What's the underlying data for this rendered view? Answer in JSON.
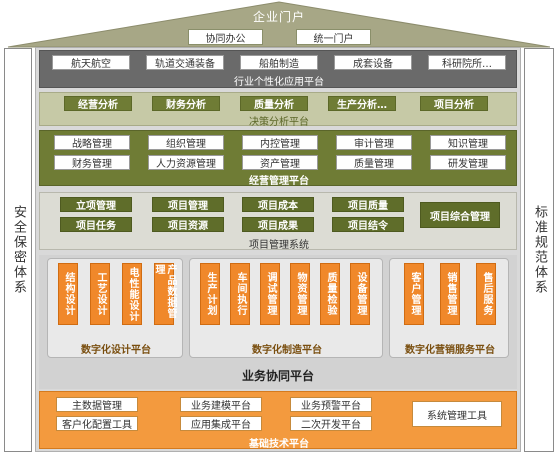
{
  "roof": {
    "title": "企业门户",
    "buttons": [
      "协同办公",
      "统一门户"
    ]
  },
  "side": {
    "left": "安全保密体系",
    "right": "标准规范体系"
  },
  "industry": {
    "items": [
      "航天航空",
      "轨道交通装备",
      "船舶制造",
      "成套设备",
      "科研院所…"
    ],
    "title": "行业个性化应用平台"
  },
  "decision": {
    "items": [
      "经营分析",
      "财务分析",
      "质量分析",
      "生产分析…",
      "项目分析"
    ],
    "title": "决策分析平台"
  },
  "management": {
    "row1": [
      "战略管理",
      "组织管理",
      "内控管理",
      "审计管理",
      "知识管理"
    ],
    "row2": [
      "财务管理",
      "人力资源管理",
      "资产管理",
      "质量管理",
      "研发管理"
    ],
    "title": "经营管理平台"
  },
  "project": {
    "row1": [
      "立项管理",
      "项目管理",
      "项目成本",
      "项目质量"
    ],
    "row2": [
      "项目任务",
      "项目资源",
      "项目成果",
      "项目结令"
    ],
    "side": "项目综合管理",
    "title": "项目管理系统"
  },
  "business": {
    "design": {
      "items": [
        "结构设计",
        "工艺设计",
        "电性能设计",
        "产品数据管理"
      ],
      "label": "数字化设计平台"
    },
    "manufacture": {
      "items": [
        "生产计划",
        "车间执行",
        "调试管理",
        "物资管理",
        "质量检验",
        "设备管理"
      ],
      "label": "数字化制造平台"
    },
    "service": {
      "items": [
        "客户管理",
        "销售管理",
        "售后服务"
      ],
      "label": "数字化营销服务平台"
    },
    "title": "业务协同平台"
  },
  "base": {
    "left_col": [
      "主数据管理",
      "客户化配置工具"
    ],
    "mid1": [
      "业务建模平台",
      "应用集成平台"
    ],
    "mid2": [
      "业务预警平台",
      "二次开发平台"
    ],
    "right": "系统管理工具",
    "title": "基础技术平台"
  },
  "colors": {
    "olive": "#6f7c35",
    "gray_band": "#6a6a6a",
    "orange": "#f0882a",
    "base_orange": "#f39a3e"
  }
}
